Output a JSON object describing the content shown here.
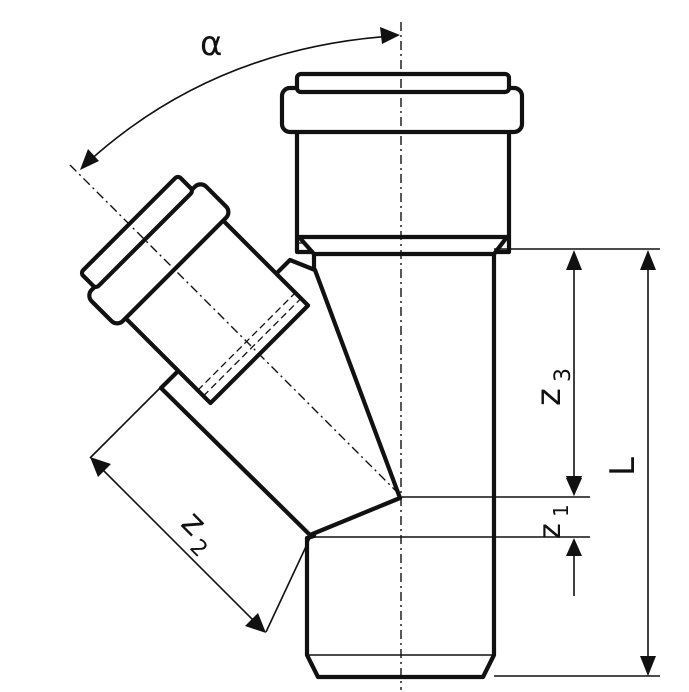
{
  "labels": {
    "angle": "α",
    "z3_base": "z",
    "z3_sub": "3",
    "z1_base": "z",
    "z1_sub": "1",
    "z2_base": "z",
    "z2_sub": "2",
    "length": "L"
  },
  "colors": {
    "line": "#111111",
    "background": "#ffffff"
  }
}
